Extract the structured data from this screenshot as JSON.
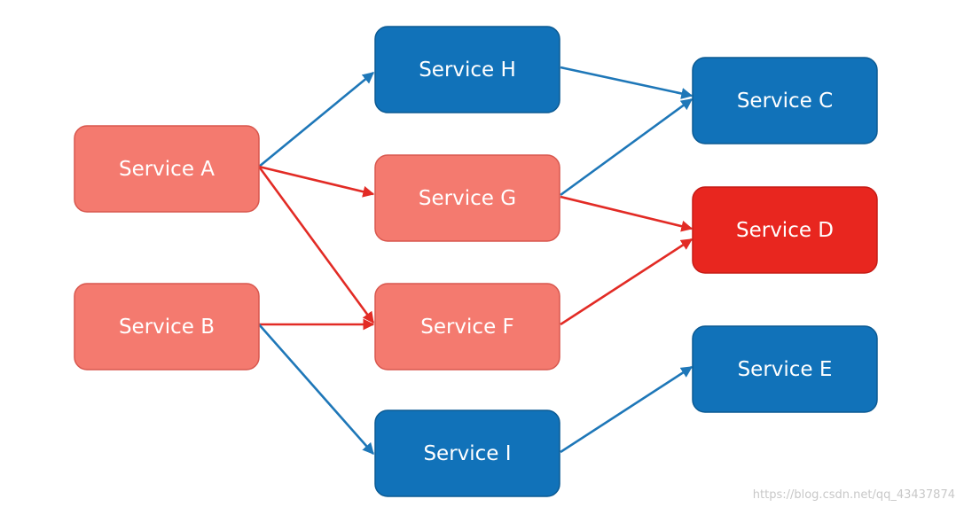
{
  "colors": {
    "healthy_fill": "#1172B9",
    "healthy_stroke": "#0B5A93",
    "impacted_fill": "#F47A6F",
    "impacted_stroke": "#D8574E",
    "failed_fill": "#E8261F",
    "failed_stroke": "#C51B15",
    "blue_edge": "#1E77B8",
    "red_edge": "#E22B25"
  },
  "nodes": [
    {
      "id": "A",
      "label": "Service A",
      "status": "impacted"
    },
    {
      "id": "B",
      "label": "Service B",
      "status": "impacted"
    },
    {
      "id": "H",
      "label": "Service H",
      "status": "healthy"
    },
    {
      "id": "G",
      "label": "Service G",
      "status": "impacted"
    },
    {
      "id": "F",
      "label": "Service F",
      "status": "impacted"
    },
    {
      "id": "I",
      "label": "Service I",
      "status": "healthy"
    },
    {
      "id": "C",
      "label": "Service C",
      "status": "healthy"
    },
    {
      "id": "D",
      "label": "Service D",
      "status": "failed"
    },
    {
      "id": "E",
      "label": "Service E",
      "status": "healthy"
    }
  ],
  "edges": [
    {
      "from": "A",
      "to": "H",
      "color": "blue"
    },
    {
      "from": "A",
      "to": "G",
      "color": "red"
    },
    {
      "from": "A",
      "to": "F",
      "color": "red"
    },
    {
      "from": "B",
      "to": "F",
      "color": "red"
    },
    {
      "from": "B",
      "to": "I",
      "color": "blue"
    },
    {
      "from": "H",
      "to": "C",
      "color": "blue"
    },
    {
      "from": "G",
      "to": "C",
      "color": "blue"
    },
    {
      "from": "G",
      "to": "D",
      "color": "red"
    },
    {
      "from": "F",
      "to": "D",
      "color": "red"
    },
    {
      "from": "I",
      "to": "E",
      "color": "blue"
    }
  ],
  "watermark": "https://blog.csdn.net/qq_43437874"
}
